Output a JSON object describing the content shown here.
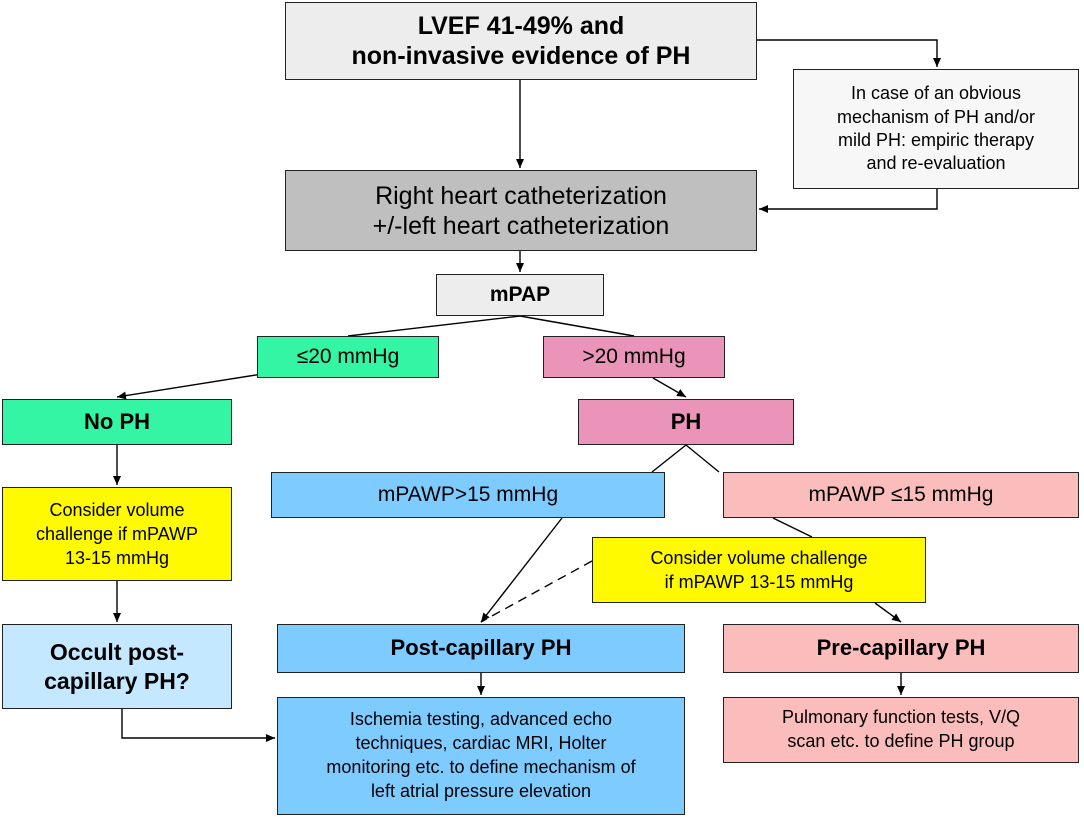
{
  "diagram": {
    "nodes": {
      "top": "LVEF 41-49% and\nnon-invasive evidence of PH",
      "empiric": "In case of an obvious\nmechanism of PH and/or\nmild PH: empiric therapy\nand re-evaluation",
      "rhc": "Right heart catheterization\n+/-left heart catheterization",
      "mpap": "mPAP",
      "le20": "≤20 mmHg",
      "gt20": ">20 mmHg",
      "noph": "No PH",
      "ph": "PH",
      "pawp_high": "mPAWP>15 mmHg",
      "pawp_low": "mPAWP ≤15 mmHg",
      "vol_left": "Consider volume\nchallenge if mPAWP\n13-15 mmHg",
      "vol_mid": "Consider volume challenge\nif mPAWP 13-15 mmHg",
      "postcap": "Post-capillary PH",
      "precap": "Pre-capillary PH",
      "occult": "Occult post-\ncapillary PH?",
      "ischemia": "Ischemia testing, advanced echo\ntechniques, cardiac MRI, Holter\nmonitoring etc. to define mechanism of\nleft atrial pressure elevation",
      "pft": "Pulmonary function tests, V/Q\nscan etc. to define PH group"
    },
    "colors": {
      "green": "#33f5a3",
      "pink": "#e994b8",
      "light_pink": "#fbbcbc",
      "blue": "#7ecbff",
      "light_blue": "#c3e8ff",
      "yellow": "#fffa00",
      "dark_gray": "#bfbfbf",
      "light_gray": "#ededed"
    }
  }
}
